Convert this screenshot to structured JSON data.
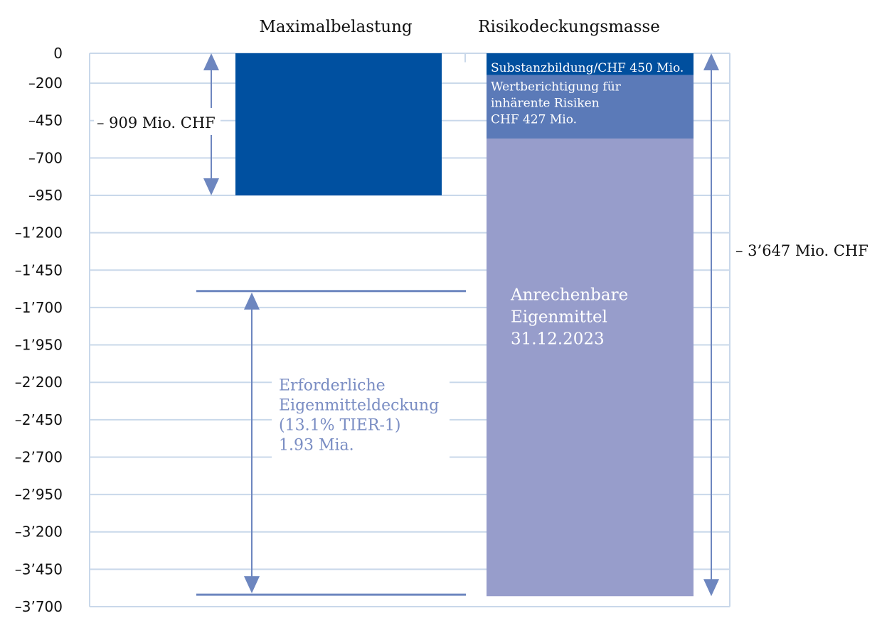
{
  "chart_data": {
    "type": "bar",
    "categories": [
      "Maximalbelastung",
      "Risikodeckungsmasse"
    ],
    "y_ticks": [
      "0",
      "–200",
      "–450",
      "–700",
      "–950",
      "–1’200",
      "–1’450",
      "–1’700",
      "–1’950",
      "–2’200",
      "–2’450",
      "–2’700",
      "–2’950",
      "–3’200",
      "–3’450",
      "–3’700"
    ],
    "y_tick_values": [
      0,
      -200,
      -450,
      -700,
      -950,
      -1200,
      -1450,
      -1700,
      -1950,
      -2200,
      -2450,
      -2700,
      -2950,
      -3200,
      -3450,
      -3700
    ],
    "ylim": [
      -3700,
      0
    ],
    "grid": true,
    "bars": [
      {
        "category": "Maximalbelastung",
        "segments": [
          {
            "from": 0,
            "to": -950,
            "color": "#0050a0",
            "label_lines": []
          }
        ]
      },
      {
        "category": "Risikodeckungsmasse",
        "segments": [
          {
            "from": 0,
            "to": -145,
            "color": "#004f9e",
            "label_lines": [
              "Substanzbildung/CHF 450 Mio."
            ]
          },
          {
            "from": -145,
            "to": -570,
            "color": "#5b7ab8",
            "label_lines": [
              "Wertberichtigung für",
              "inhärente Risiken",
              "CHF 427 Mio."
            ]
          },
          {
            "from": -570,
            "to": -3630,
            "color": "#979dcb",
            "label_lines": [
              "Anrechenbare",
              "Eigenmittel",
              "31.12.2023"
            ]
          }
        ]
      }
    ],
    "annotations": {
      "max_load": {
        "label": "– 909 Mio. CHF",
        "from": 0,
        "to": -950
      },
      "coverage": {
        "label": "– 3’647 Mio. CHF",
        "from": 0,
        "to": -3630
      },
      "required": {
        "from": -1590,
        "to": -3620,
        "label_lines": [
          "Erforderliche",
          "Eigenmitteldeckung",
          "(13.1% TIER-1)",
          "1.93 Mia."
        ]
      }
    },
    "colors": {
      "grid": "#c9d8ea",
      "arrow": "#6d86bf",
      "required_text": "#7a8dc3"
    }
  }
}
